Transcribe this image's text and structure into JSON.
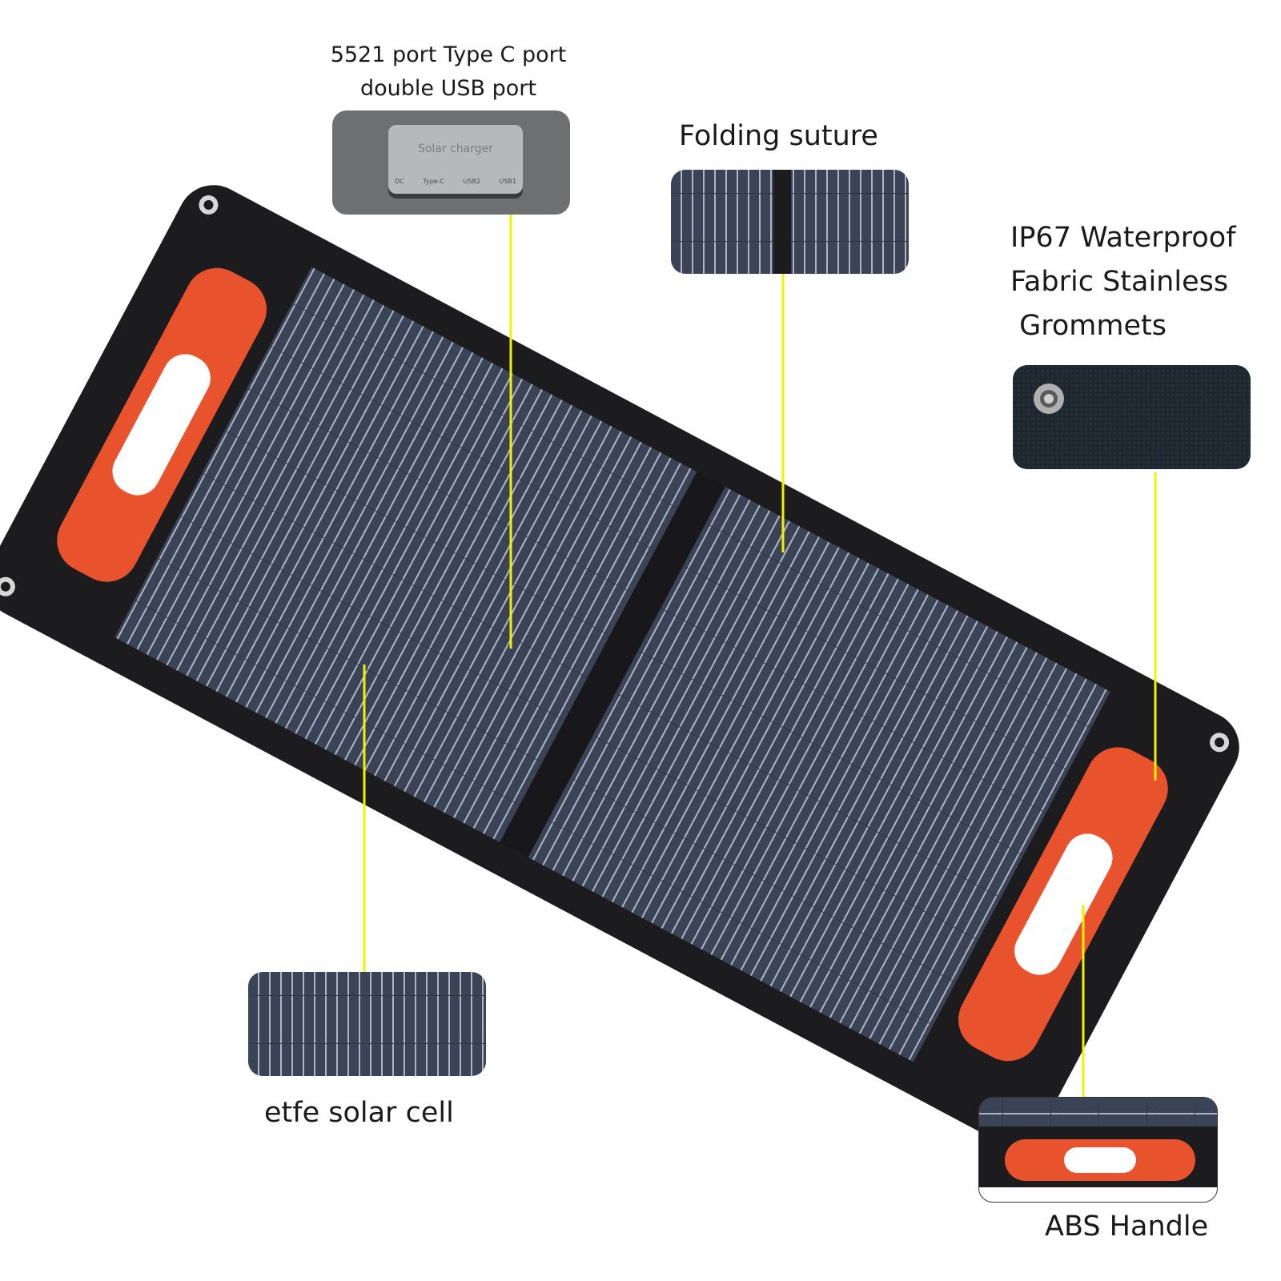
{
  "callouts": {
    "ports": {
      "line1": "5521 port Type C port",
      "line2": "double USB port",
      "box_title": "Solar charger",
      "box_ports": [
        "DC",
        "Type-C",
        "USB2",
        "USB1"
      ]
    },
    "folding": "Folding suture",
    "waterproof": "IP67 Waterproof\nFabric Stainless\n Grommets",
    "cell": "etfe solar cell",
    "handle": "ABS Handle"
  },
  "colors": {
    "panel_frame": "#1c1c1e",
    "cell_blue": "#3b4456",
    "handle_orange": "#e8532e",
    "callout_line": "#f2f200",
    "background": "#ffffff"
  }
}
